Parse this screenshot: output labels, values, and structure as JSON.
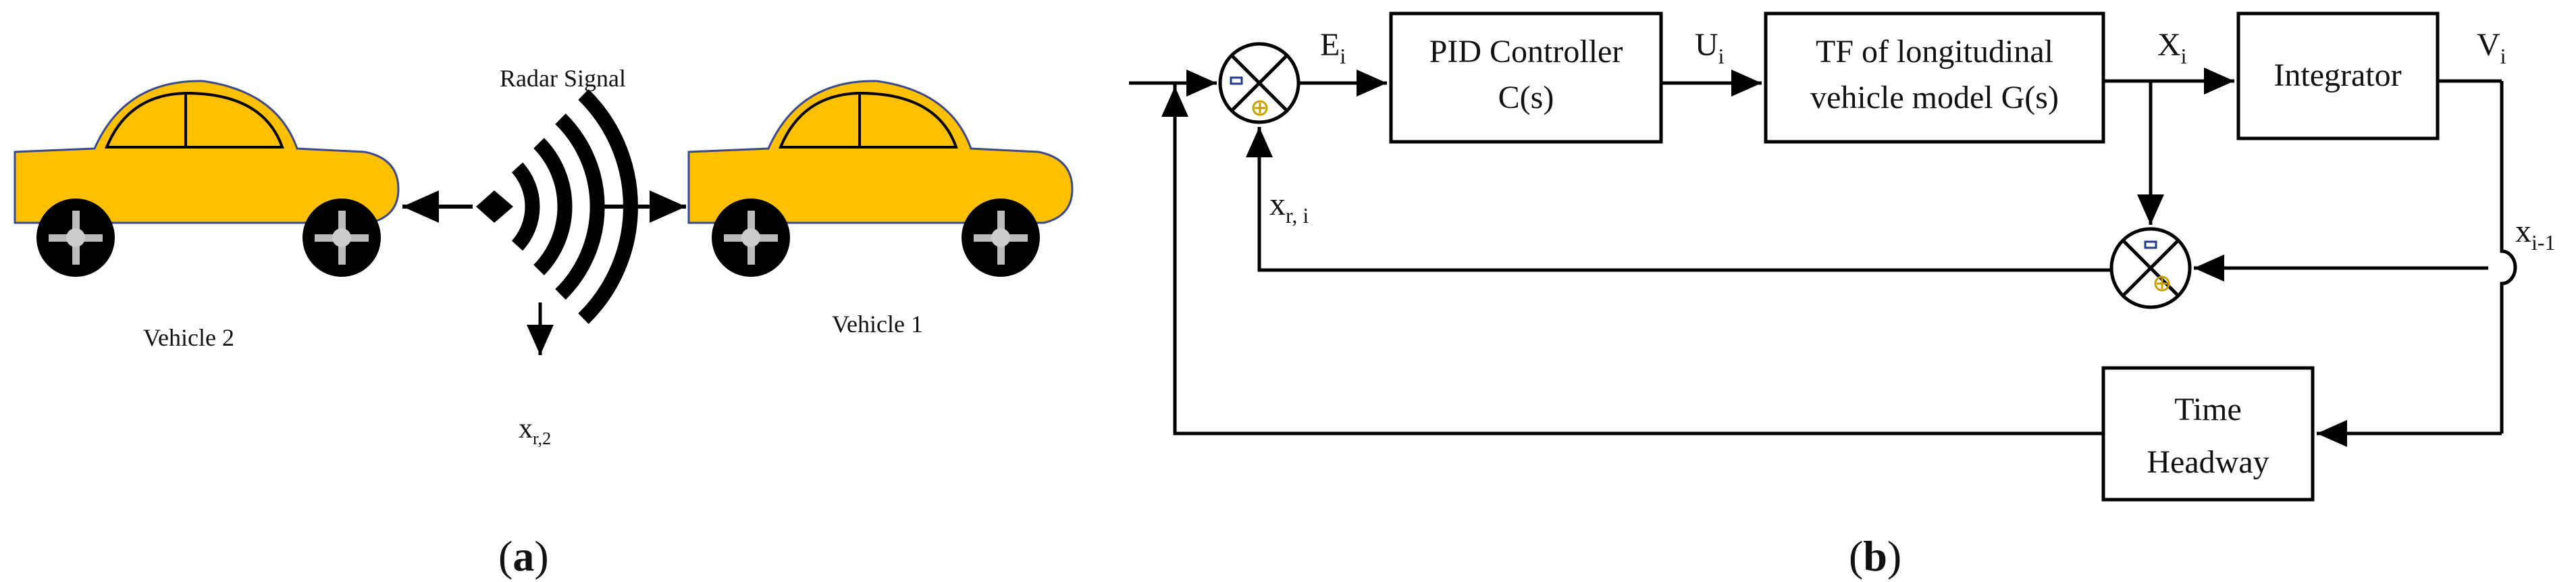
{
  "panel_a": {
    "radar_label": "Radar Signal",
    "vehicle_2_label": "Vehicle 2",
    "vehicle_1_label": "Vehicle 1",
    "x_main": "x",
    "x_sub": "r,2",
    "caption_open": "(",
    "caption_letter": "a",
    "caption_close": ")"
  },
  "panel_b": {
    "e_main": "E",
    "e_sub": "i",
    "pid_line1": "PID Controller",
    "pid_line2": "C(s)",
    "u_main": "U",
    "u_sub": "i",
    "tf_line1": "TF of longitudinal",
    "tf_line2": "vehicle model G(s)",
    "x_main": "X",
    "x_sub": "i",
    "integrator": "Integrator",
    "v_main": "V",
    "v_sub": "i",
    "xr_main": "x",
    "xr_sub": "r, i",
    "xprev_main": "x",
    "xprev_sub": "i-1",
    "th_line1": "Time",
    "th_line2": "Headway",
    "caption_open": "(",
    "caption_letter": "b",
    "caption_close": ")"
  },
  "colors": {
    "car_body": "#FFC000",
    "car_outline": "#3B4A8C",
    "stroke": "#000000",
    "minus_mark": "#1F3A93",
    "plus_mark": "#C8A000"
  }
}
